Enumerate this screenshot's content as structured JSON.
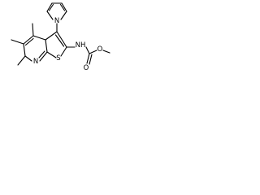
{
  "molecule": {
    "atoms": {
      "n_pyrrole": "N",
      "n_pyridine": "N",
      "s_thiophene": "S",
      "nh": "NH",
      "o_carbonyl": "O",
      "o_ester": "O"
    }
  }
}
